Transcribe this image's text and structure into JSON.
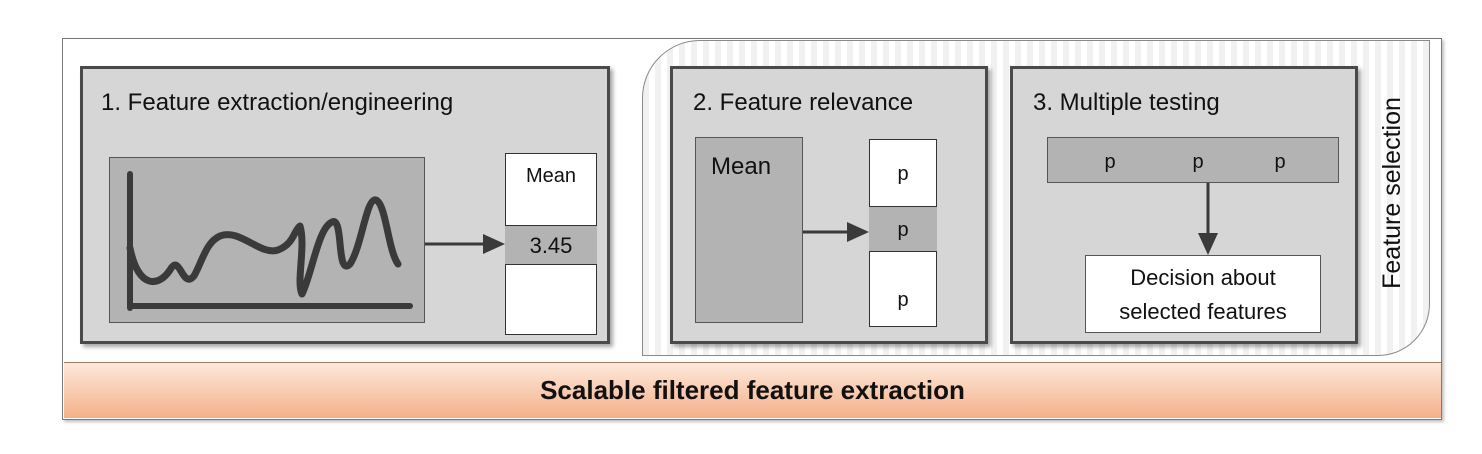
{
  "bottom_label": "Scalable filtered feature extraction",
  "side_label": "Feature selection",
  "panel1": {
    "title": "1. Feature extraction/engineering",
    "table_header": "Mean",
    "table_value": "3.45"
  },
  "panel2": {
    "title": "2. Feature relevance",
    "source_label": "Mean",
    "p_values": [
      "p",
      "p",
      "p"
    ]
  },
  "panel3": {
    "title": "3. Multiple testing",
    "p_values": [
      "p",
      "p",
      "p"
    ],
    "decision_line1": "Decision about",
    "decision_line2": "selected features"
  },
  "colors": {
    "panel_fill": "#d6d6d6",
    "dark_fill": "#b3b3b3",
    "bar_top": "#fde8da",
    "bar_bottom": "#f4b08a"
  }
}
